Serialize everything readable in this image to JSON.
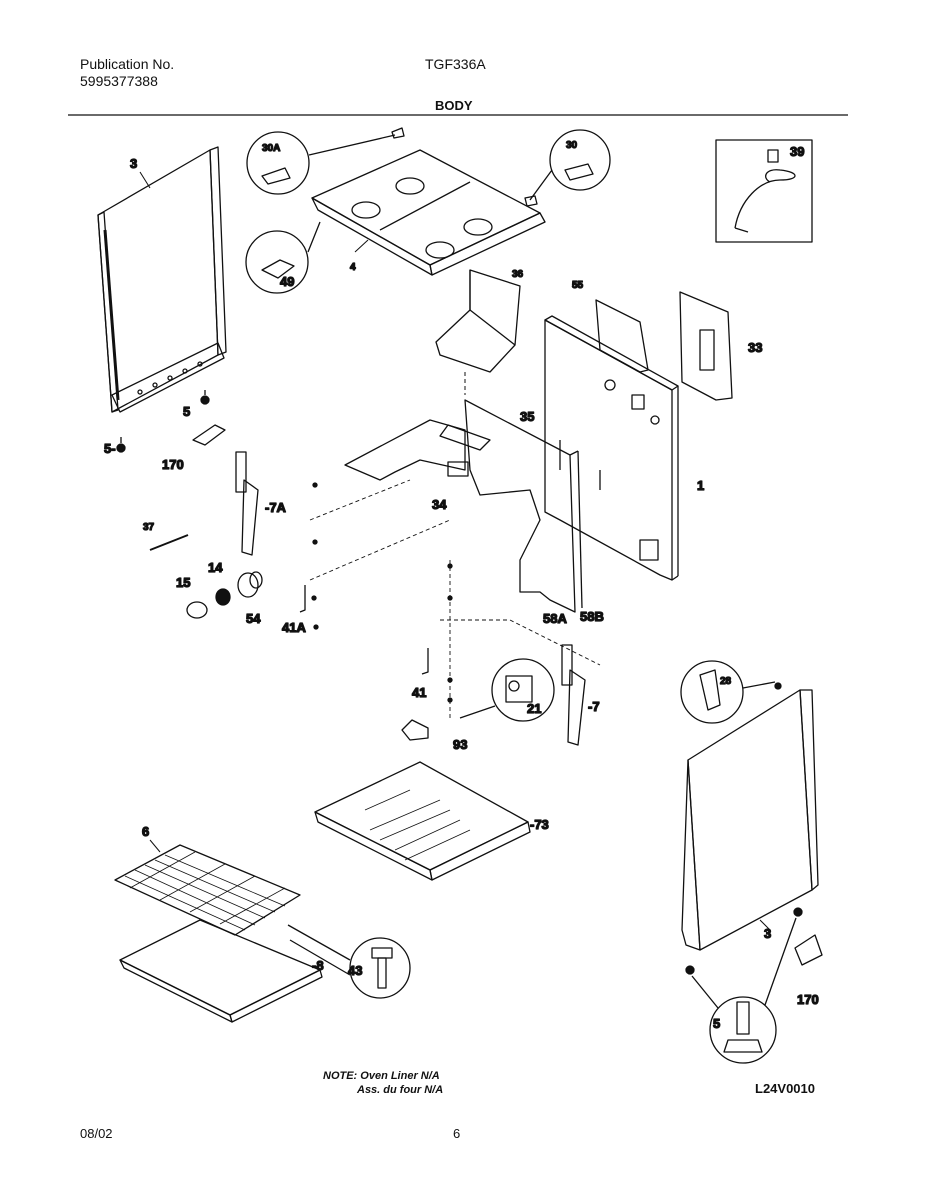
{
  "header": {
    "pub_label": "Publication No.",
    "pub_number": "5995377388",
    "model": "TGF336A",
    "section": "BODY"
  },
  "parts": {
    "p3_left": "3",
    "p30A": "30A",
    "p30": "30",
    "p39": "39",
    "p4": "4",
    "p49": "49",
    "p36": "36",
    "p55": "55",
    "p33": "33",
    "p5_upper": "5",
    "p5_lower": "5-",
    "p170_left": "170",
    "p35": "35",
    "p1": "1",
    "p7A": "-7A",
    "p34": "34",
    "p37": "37",
    "p14": "14",
    "p15": "15",
    "p54": "54",
    "p41A": "41A",
    "p58A": "58A",
    "p58B": "58B",
    "p41": "41",
    "p21": "21",
    "p7": "-7",
    "p28": "28",
    "p93": "93",
    "p73": "-73",
    "p6": "6",
    "p8": "-8",
    "p43": "43",
    "p3_right": "3",
    "p170_right": "170",
    "p5_right": "5"
  },
  "note": {
    "line1": "NOTE: Oven Liner N/A",
    "line2": "Ass. du four N/A"
  },
  "diagram_code": "L24V0010",
  "footer": {
    "date": "08/02",
    "page": "6"
  }
}
